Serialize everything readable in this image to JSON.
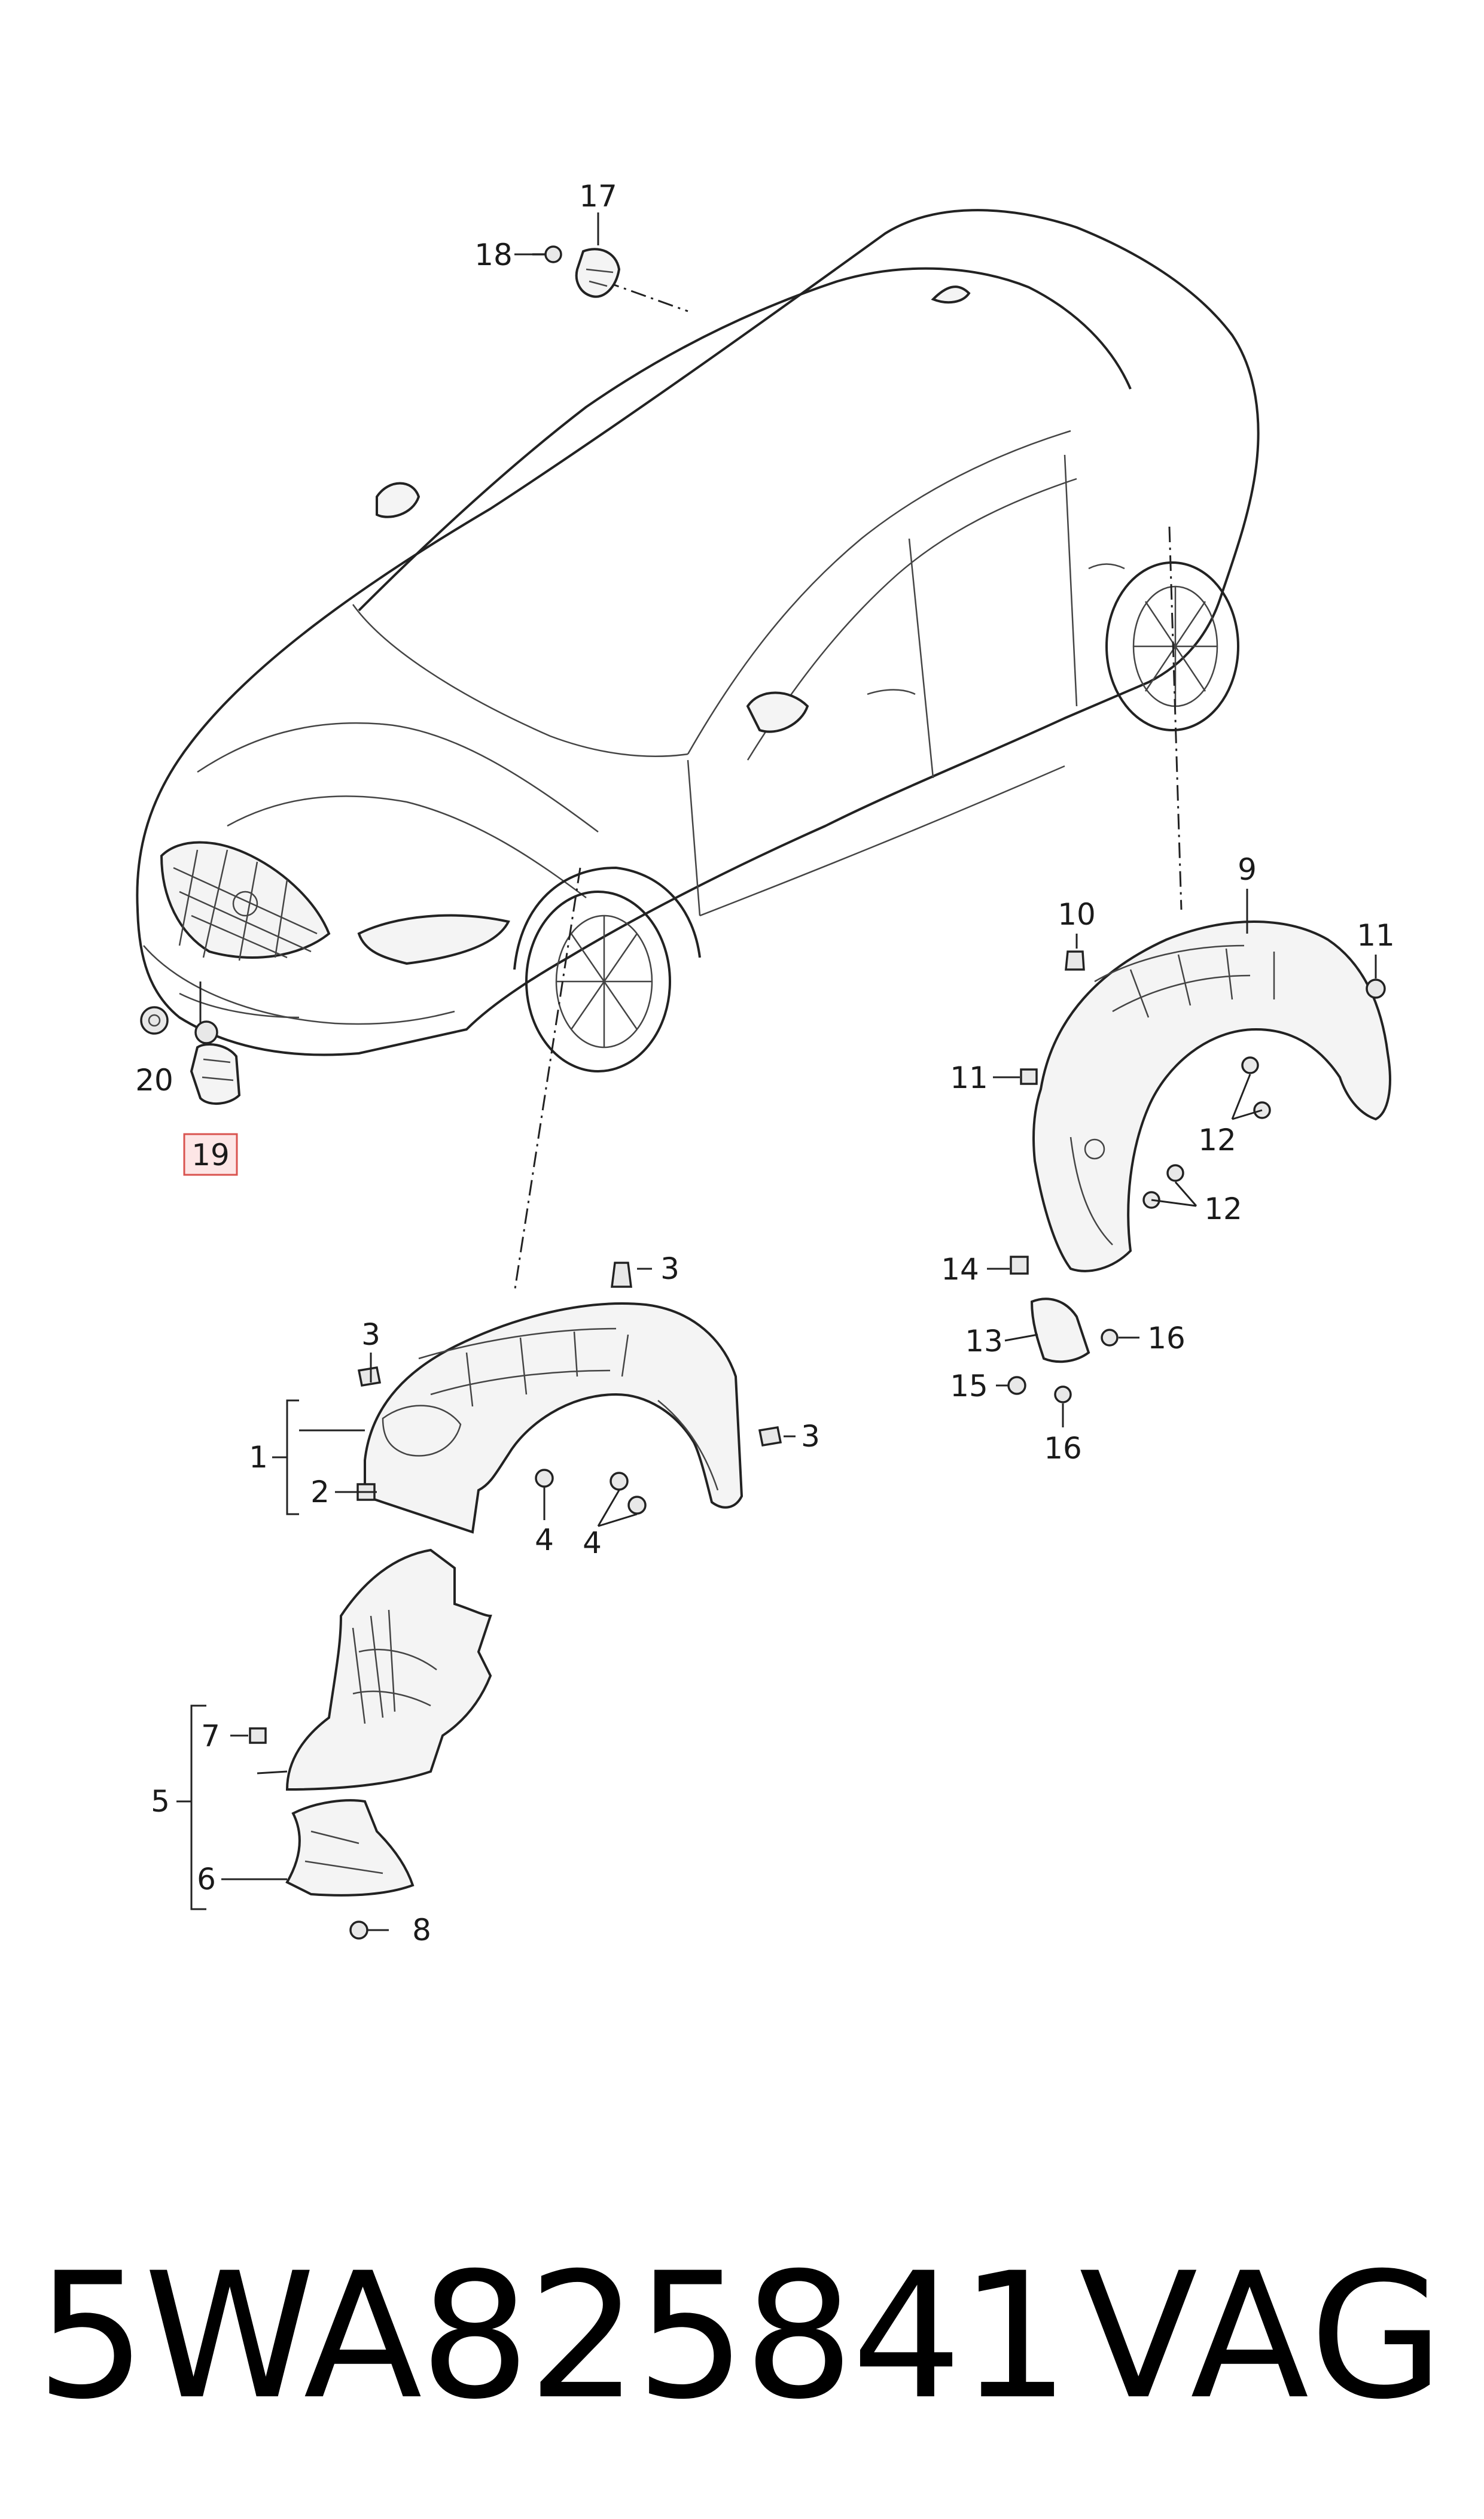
{
  "callouts": {
    "c1": "1",
    "c2": "2",
    "c3a": "3",
    "c3b": "3",
    "c3c": "3",
    "c4a": "4",
    "c4b": "4",
    "c5": "5",
    "c6": "6",
    "c7": "7",
    "c8": "8",
    "c9": "9",
    "c10": "10",
    "c11a": "11",
    "c11b": "11",
    "c12a": "12",
    "c12b": "12",
    "c13": "13",
    "c14": "14",
    "c15": "15",
    "c16a": "16",
    "c16b": "16",
    "c17": "17",
    "c18": "18",
    "c19": "19",
    "c20": "20"
  },
  "highlight": {
    "part": "19",
    "color": "#d9534f"
  },
  "footer": {
    "part_number": "5WA825841",
    "brand": "VAG"
  }
}
